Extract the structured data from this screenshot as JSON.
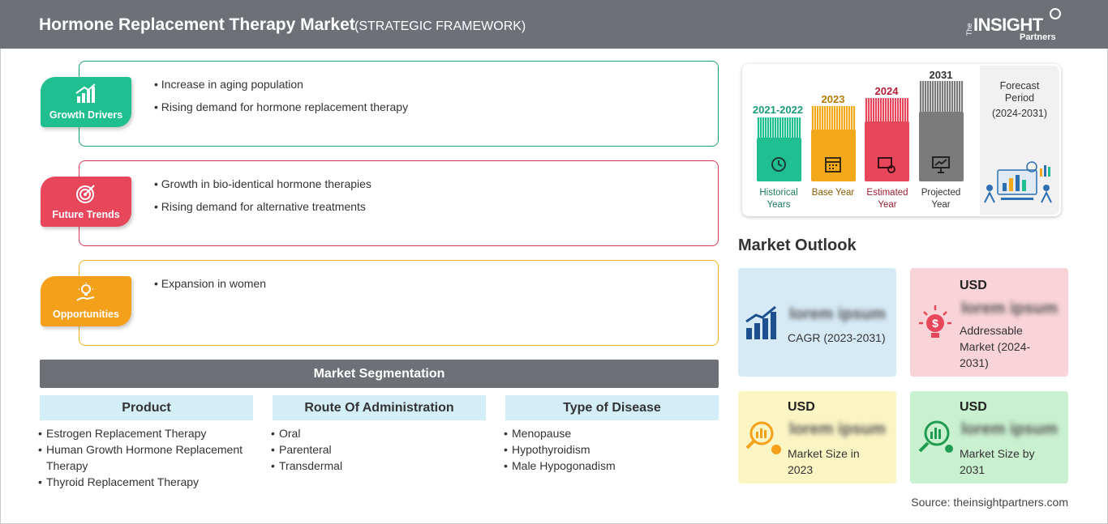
{
  "header": {
    "title": "Hormone Replacement Therapy Market",
    "subtitle": "(STRATEGIC FRAMEWORK)",
    "logo_the": "The",
    "logo_insight": "INSIGHT",
    "logo_partners": "Partners"
  },
  "framework": {
    "growth_drivers": {
      "label": "Growth Drivers",
      "items": [
        "Increase in aging population",
        "Rising demand for hormone replacement therapy"
      ]
    },
    "future_trends": {
      "label": "Future Trends",
      "items": [
        "Growth in bio-identical hormone therapies",
        "Rising demand for alternative treatments"
      ]
    },
    "opportunities": {
      "label": "Opportunities",
      "items": [
        "Expansion in women"
      ]
    }
  },
  "segmentation": {
    "title": "Market Segmentation",
    "columns": [
      {
        "head": "Product",
        "items": [
          "Estrogen Replacement Therapy",
          "Human Growth Hormone Replacement Therapy",
          "Thyroid Replacement Therapy"
        ]
      },
      {
        "head": "Route Of Administration",
        "items": [
          "Oral",
          "Parenteral",
          "Transdermal"
        ]
      },
      {
        "head": "Type of Disease",
        "items": [
          "Menopause",
          "Hypothyroidism",
          "Male Hypogonadism"
        ]
      }
    ]
  },
  "timeline": {
    "periods": [
      {
        "year": "2021-2022",
        "caption": "Historical Years",
        "color": "#1fbf8f"
      },
      {
        "year": "2023",
        "caption": "Base Year",
        "color": "#f4a91b"
      },
      {
        "year": "2024",
        "caption": "Estimated Year",
        "color": "#e8475b"
      },
      {
        "year": "2031",
        "caption": "Projected Year",
        "color": "#7b7b7b"
      }
    ],
    "forecast": {
      "label": "Forecast Period",
      "range": "(2024-2031)"
    }
  },
  "outlook": {
    "title": "Market Outlook",
    "cagr": {
      "value": "lorem ipsum",
      "caption": "CAGR (2023-2031)",
      "bg": "#d6eaf6"
    },
    "addressable": {
      "currency": "USD",
      "value": "lorem ipsum",
      "caption": "Addressable Market (2024-2031)",
      "bg": "#f8d3d8"
    },
    "size_2023": {
      "currency": "USD",
      "value": "lorem ipsum",
      "caption": "Market Size in 2023",
      "bg": "#fbf5c4"
    },
    "size_2031": {
      "currency": "USD",
      "value": "lorem ipsum",
      "caption": "Market Size by 2031",
      "bg": "#c9f0cf"
    }
  },
  "source": "Source: theinsightpartners.com"
}
